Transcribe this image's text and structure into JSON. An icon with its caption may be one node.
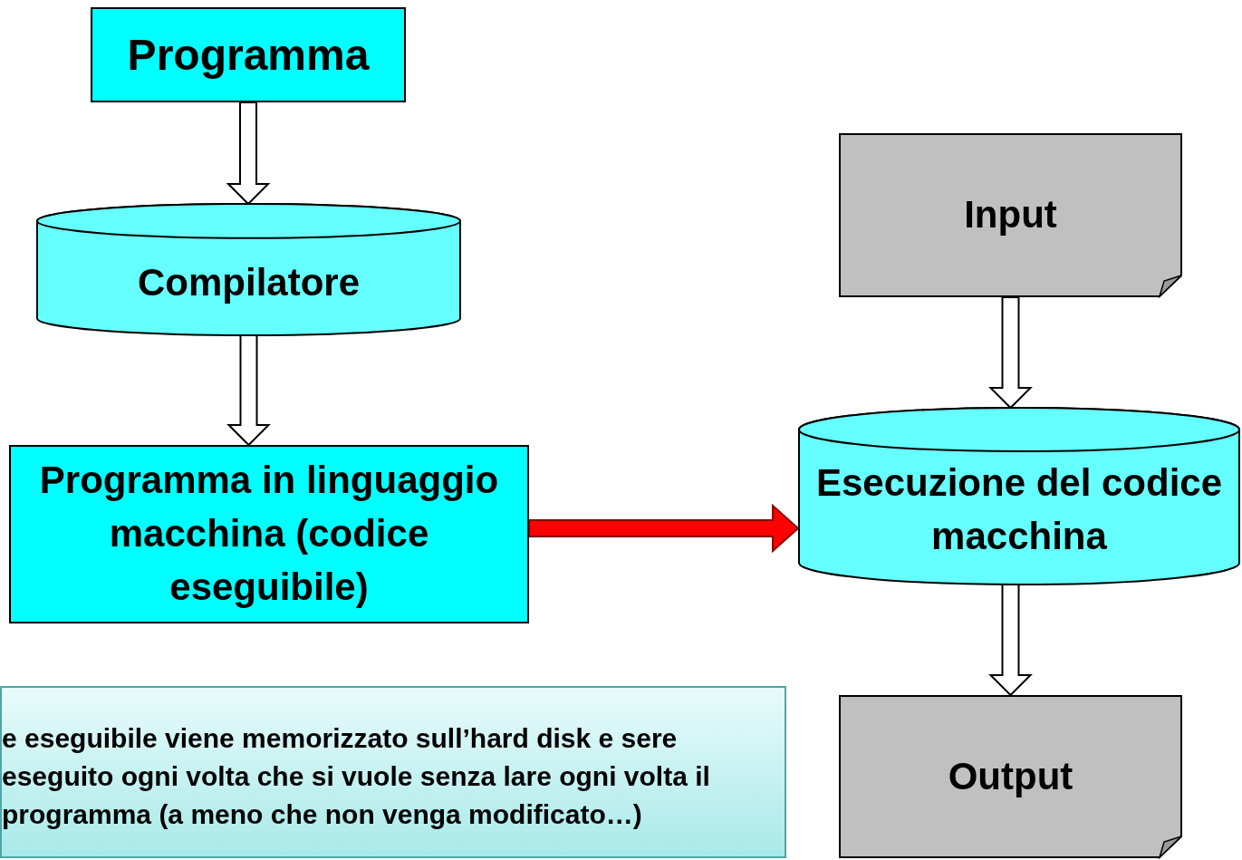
{
  "diagram": {
    "nodes": [
      {
        "text": [
          "Programma"
        ]
      },
      {
        "text": [
          "Compilatore"
        ]
      },
      {
        "text": [
          "Programma in linguaggio macchina (codice eseguibile)"
        ]
      },
      {
        "text": [
          "Input"
        ]
      },
      {
        "text": [
          "Esecuzione del codice macchina"
        ]
      },
      {
        "text": [
          "Output"
        ]
      },
      {
        "text": [
          "e eseguibile viene memorizzato sull’hard disk e sere eseguito ogni volta che si vuole senza lare ogni volta il programma (a meno che non venga modificato…)"
        ]
      }
    ],
    "edges": [
      {
        "from": 0,
        "to": 1,
        "arrow": "to"
      },
      {
        "from": 1,
        "to": 2,
        "arrow": "to"
      },
      {
        "from": 3,
        "to": 4,
        "arrow": "to"
      },
      {
        "from": 4,
        "to": 5,
        "arrow": "to"
      },
      {
        "from": 2,
        "to": 4,
        "arrow": "to",
        "style": "thick",
        "color": "#ff0000"
      }
    ]
  }
}
